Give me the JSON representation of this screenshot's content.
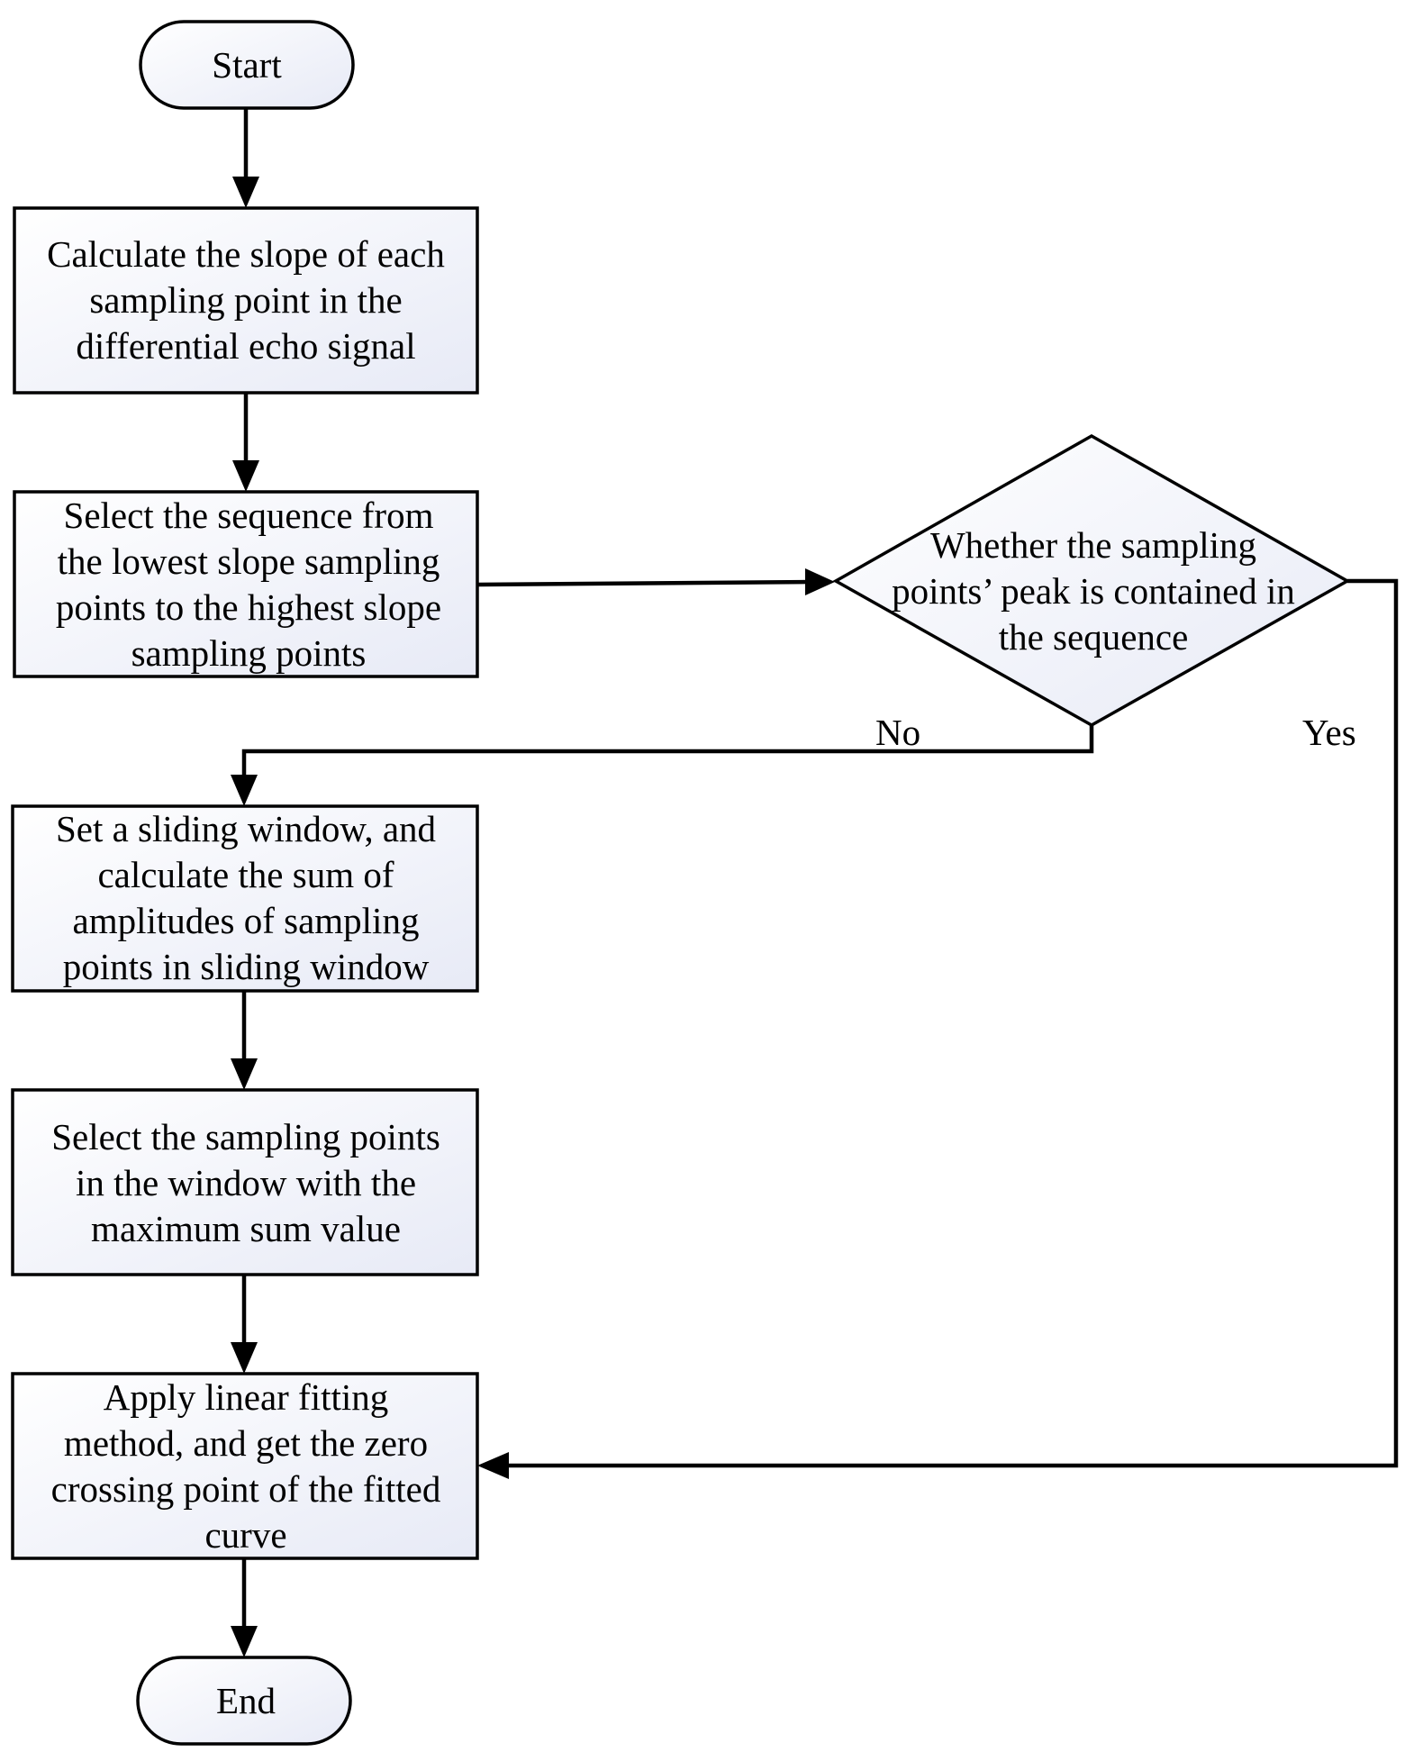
{
  "colors": {
    "line": "#000000",
    "node_fill_light": "#ffffff",
    "node_fill_tint": "#e7eaf6"
  },
  "nodes": {
    "start": {
      "shape": "terminator",
      "lines": [
        "Start"
      ]
    },
    "slope": {
      "shape": "process",
      "lines": [
        "Calculate the slope of each",
        "sampling point in the",
        "differential echo signal"
      ]
    },
    "select_sequence": {
      "shape": "process",
      "lines": [
        "Select the sequence from",
        "the lowest slope sampling",
        "points to the highest slope",
        "sampling points"
      ]
    },
    "decision": {
      "shape": "decision",
      "lines": [
        "Whether the sampling",
        "points’ peak is contained in",
        "the sequence"
      ]
    },
    "sliding_window": {
      "shape": "process",
      "lines": [
        "Set a sliding window, and",
        "calculate the sum of",
        "amplitudes of sampling",
        "points in sliding window"
      ]
    },
    "select_max": {
      "shape": "process",
      "lines": [
        "Select the sampling points",
        "in the window with the",
        "maximum sum value"
      ]
    },
    "fitting": {
      "shape": "process",
      "lines": [
        "Apply linear fitting",
        "method, and get the zero",
        "crossing point of the fitted",
        "curve"
      ]
    },
    "end": {
      "shape": "terminator",
      "lines": [
        "End"
      ]
    }
  },
  "edges": [
    {
      "from": "start",
      "to": "slope",
      "label": ""
    },
    {
      "from": "slope",
      "to": "select_sequence",
      "label": ""
    },
    {
      "from": "select_sequence",
      "to": "decision",
      "label": ""
    },
    {
      "from": "decision",
      "to": "sliding_window",
      "label": "No"
    },
    {
      "from": "decision",
      "to": "fitting",
      "label": "Yes"
    },
    {
      "from": "sliding_window",
      "to": "select_max",
      "label": ""
    },
    {
      "from": "select_max",
      "to": "fitting",
      "label": ""
    },
    {
      "from": "fitting",
      "to": "end",
      "label": ""
    }
  ]
}
